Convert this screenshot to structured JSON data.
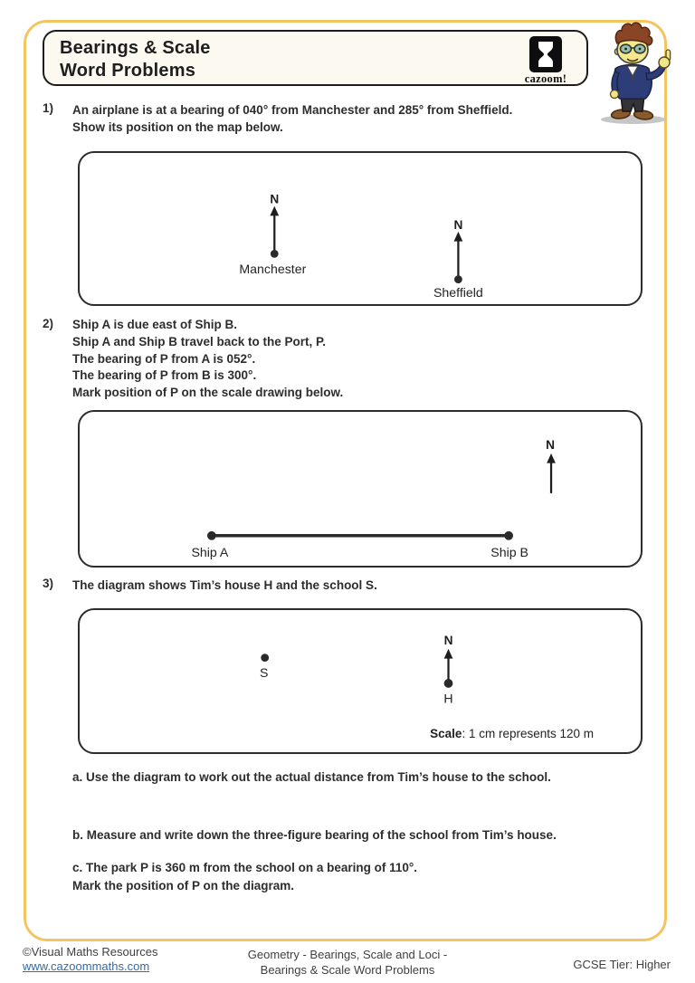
{
  "header": {
    "title_line1": "Bearings & Scale",
    "title_line2": "Word Problems",
    "logo_text": "cazoom!"
  },
  "q1": {
    "number": "1)",
    "text": "An airplane is at a bearing of 040° from Manchester and 285° from Sheffield.\nShow its position on the map below."
  },
  "q2": {
    "number": "2)",
    "text": "Ship A is due east of Ship B.\nShip A and Ship B travel back to the Port, P.\nThe bearing of P from A is 052°.\nThe bearing of P from B is 300°.\nMark position of P on the scale drawing below."
  },
  "q3": {
    "number": "3)",
    "text": "The diagram shows Tim’s house H and the school S.",
    "part_a": "a. Use the diagram to work out the actual distance from Tim’s house to the school.",
    "part_b": "b. Measure and write down the three-figure bearing of the school from Tim’s house.",
    "part_c": "c. The park P is 360 m from the school on a bearing of 110°.\nMark the position of P on the diagram."
  },
  "diagram1": {
    "north_a": "N",
    "north_b": "N",
    "label_a": "Manchester",
    "label_b": "Sheffield"
  },
  "diagram2": {
    "north": "N",
    "label_a": "Ship A",
    "label_b": "Ship B"
  },
  "diagram3": {
    "north": "N",
    "label_s": "S",
    "label_h": "H",
    "scale_label": "Scale",
    "scale_rest": ": 1 cm represents 120 m"
  },
  "footer": {
    "copyright": "©Visual Maths Resources",
    "website": "www.cazoommaths.com",
    "center_line1": "Geometry - Bearings, Scale and Loci -",
    "center_line2": "Bearings & Scale Word Problems",
    "tier": "GCSE Tier: Higher"
  },
  "colors": {
    "frame_gold": "#f3c561",
    "link_blue": "#2f6cab",
    "ink": "#2d2d2d"
  }
}
